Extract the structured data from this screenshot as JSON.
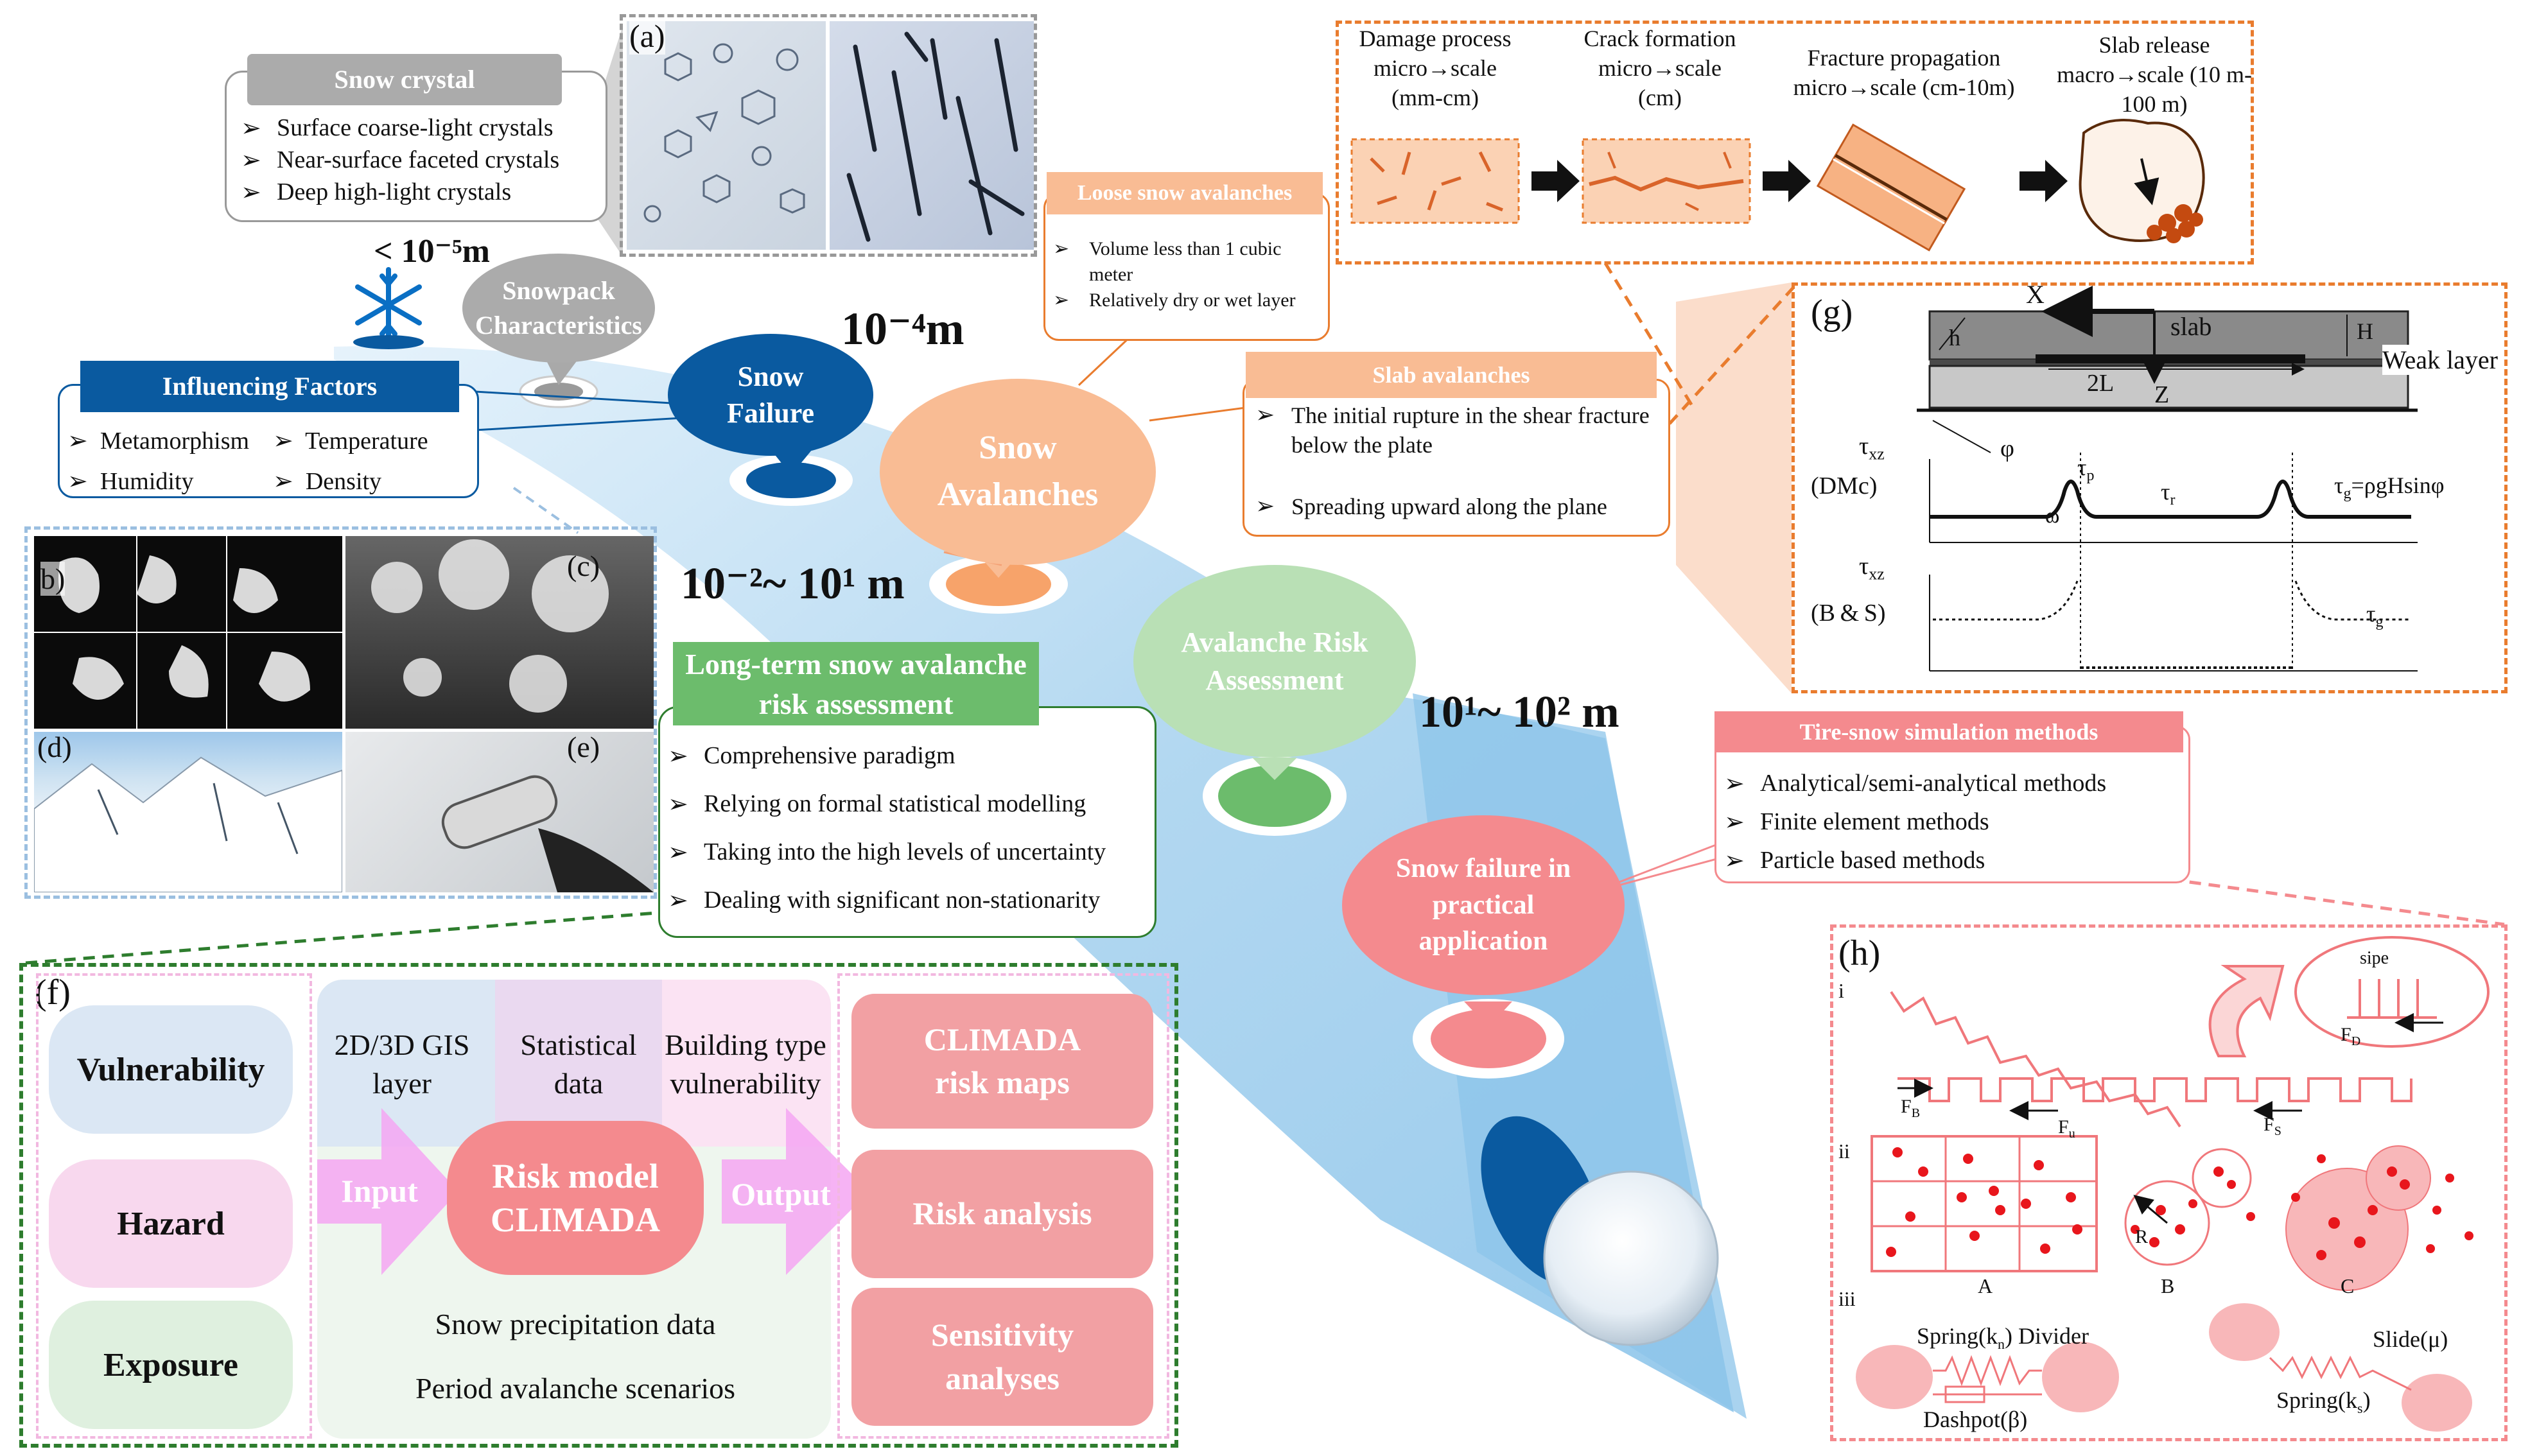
{
  "colors": {
    "blue_dark": "#0a5aa0",
    "blue_light": "#b9dcf2",
    "orange": "#e97c2e",
    "peach": "#f9bc94",
    "green": "#5bb35b",
    "green_light": "#b9e0b5",
    "pink": "#f48a8e",
    "gray": "#a9a9a9"
  },
  "icons": [
    "snowflake-icon",
    "snowball-icon",
    "arrow-right-icon"
  ],
  "scales": {
    "s1": "< 10⁻⁵m",
    "s2": "10⁻⁴m",
    "s3": "10⁻²~ 10¹ m",
    "s4": "10¹~ 10² m"
  },
  "nodes": {
    "snowpack": "Snowpack Characteristics",
    "snow_failure": "Snow Failure",
    "snow_avalanches": "Snow Avalanches",
    "risk_assessment": "Avalanche Risk Assessment",
    "practical": "Snow failure in practical application"
  },
  "snow_crystal": {
    "title": "Snow crystal",
    "items": [
      "Surface coarse-light crystals",
      "Near-surface faceted crystals",
      "Deep high-light crystals"
    ]
  },
  "influencing": {
    "title": "Influencing Factors",
    "items": [
      "Metamorphism",
      "Temperature",
      "Humidity",
      "Density"
    ]
  },
  "loose": {
    "title": "Loose snow avalanches",
    "items": [
      "Volume less than 1 cubic meter",
      "Relatively dry or wet layer"
    ]
  },
  "slab": {
    "title": "Slab avalanches",
    "items": [
      "The initial rupture in the shear fracture below the plate",
      "Spreading upward along the plane"
    ]
  },
  "longterm": {
    "title": "Long-term snow avalanche risk assessment",
    "items": [
      "Comprehensive paradigm",
      "Relying on formal statistical modelling",
      "Taking into the high levels of uncertainty",
      "Dealing with significant non-stationarity"
    ]
  },
  "tire": {
    "title": "Tire-snow simulation methods",
    "items": [
      "Analytical/semi-analytical methods",
      "Finite element methods",
      "Particle based methods"
    ]
  },
  "panel_labels": {
    "a": "(a)",
    "b": "b)",
    "c": "(c)",
    "d": "(d)",
    "e": "(e)",
    "f": "(f)",
    "g": "(g)",
    "h": "(h)"
  },
  "fracture": {
    "steps": [
      "Damage process micro→scale (mm-cm)",
      "Crack formation micro→scale (cm)",
      "Fracture propagation micro→scale (cm-10m)",
      "Slab release macro→scale (10 m-100 m)"
    ]
  },
  "panel_g": {
    "x": "X",
    "slab": "slab",
    "h": "h",
    "H": "H",
    "weak": "Weak layer",
    "twoL": "2L",
    "z": "Z",
    "phi": "φ",
    "tau_xz": "τ",
    "tau_xz_sub": "xz",
    "dmc": "(DMc)",
    "bs": "(B & S)",
    "tau_p": "τ",
    "tau_p_sub": "p",
    "tau_r": "τ",
    "tau_r_sub": "r",
    "omega": "ω",
    "tau_g_eq": "τ",
    "tau_g_eq_sub": "g",
    "tau_g_rhs": "=ρgHsinφ",
    "tau_g": "τ",
    "tau_g_sub": "g"
  },
  "panel_h": {
    "i": "i",
    "ii": "ii",
    "iii": "iii",
    "sipe": "sipe",
    "fd": "F",
    "fd_sub": "D",
    "fb": "F",
    "fb_sub": "B",
    "fu": "F",
    "fu_sub": "u",
    "fs": "F",
    "fs_sub": "S",
    "A": "A",
    "B": "B",
    "C": "C",
    "R": "R",
    "spring_n": "Spring(k",
    "spring_n_sub": "n",
    "spring_n_end": ") Divider",
    "dashpot": "Dashpot(β)",
    "slide": "Slide(μ)",
    "spring_s": "Spring(k",
    "spring_s_sub": "s",
    "spring_s_end": ")"
  },
  "panel_f": {
    "left": [
      "Vulnerability",
      "Hazard",
      "Exposure"
    ],
    "gis": "2D/3D GIS layer",
    "stat": "Statistical data",
    "building": "Building type vulnerability",
    "input": "Input",
    "model": "Risk model CLIMADA",
    "output": "Output",
    "precip": "Snow precipitation data",
    "period": "Period avalanche scenarios",
    "right": [
      "CLIMADA risk maps",
      "Risk analysis",
      "Sensitivity analyses"
    ]
  }
}
